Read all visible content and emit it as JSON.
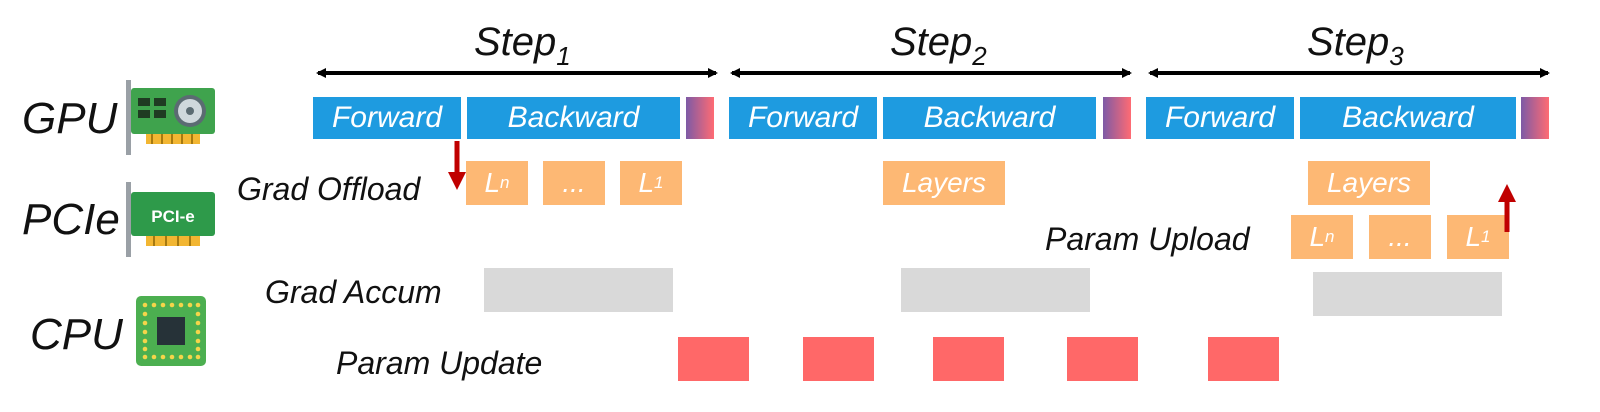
{
  "devices": {
    "gpu": {
      "label": "GPU",
      "icon": "gpu-card-icon"
    },
    "pcie": {
      "label": "PCIe",
      "icon": "pcie-card-icon",
      "icon_text": "PCI-e"
    },
    "cpu": {
      "label": "CPU",
      "icon": "cpu-chip-icon"
    }
  },
  "steps": [
    {
      "base": "Step",
      "sub": "1"
    },
    {
      "base": "Step",
      "sub": "2"
    },
    {
      "base": "Step",
      "sub": "3"
    }
  ],
  "gpu_blocks": {
    "forward": "Forward",
    "backward": "Backward"
  },
  "labels": {
    "grad_offload": "Grad Offload",
    "param_upload": "Param Upload",
    "grad_accum": "Grad Accum",
    "param_update": "Param Update"
  },
  "layers": {
    "ln": {
      "base": "L",
      "sub": "n"
    },
    "ellipsis": "...",
    "l1": {
      "base": "L",
      "sub": "1"
    },
    "layers_word": "Layers"
  },
  "colors": {
    "gpu_compute": "#1e9be0",
    "pcie_transfer": "#fdb874",
    "cpu_accum": "#d9d9d9",
    "cpu_update": "#ff6868",
    "arrow": "#c00000",
    "optimizer_gradient_start": "#7d5aa6",
    "optimizer_gradient_end": "#ff6b73"
  }
}
